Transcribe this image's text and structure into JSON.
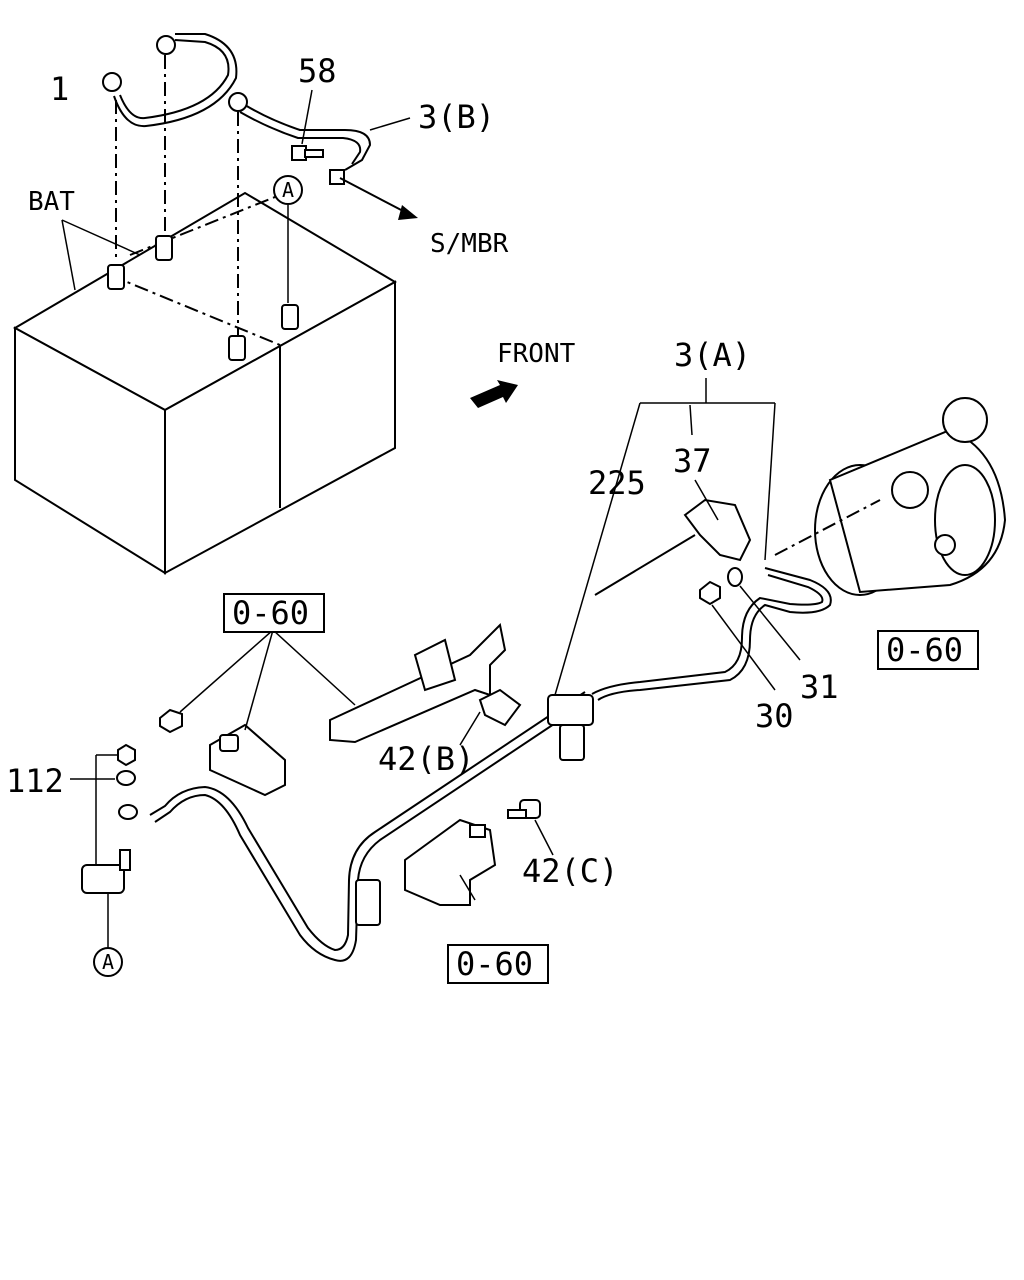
{
  "labels": {
    "part_1": "1",
    "part_58": "58",
    "part_3b": "3(B)",
    "s_mbr": "S/MBR",
    "bat": "BAT",
    "ref_a_top": "A",
    "front": "FRONT",
    "part_3a": "3(A)",
    "part_37": "37",
    "part_225": "225",
    "ref_060_left": "0-60",
    "ref_060_right": "0-60",
    "ref_060_bottom": "0-60",
    "part_31": "31",
    "part_30": "30",
    "part_42b": "42(B)",
    "part_112": "112",
    "part_42c": "42(C)",
    "ref_a_bottom": "A"
  }
}
